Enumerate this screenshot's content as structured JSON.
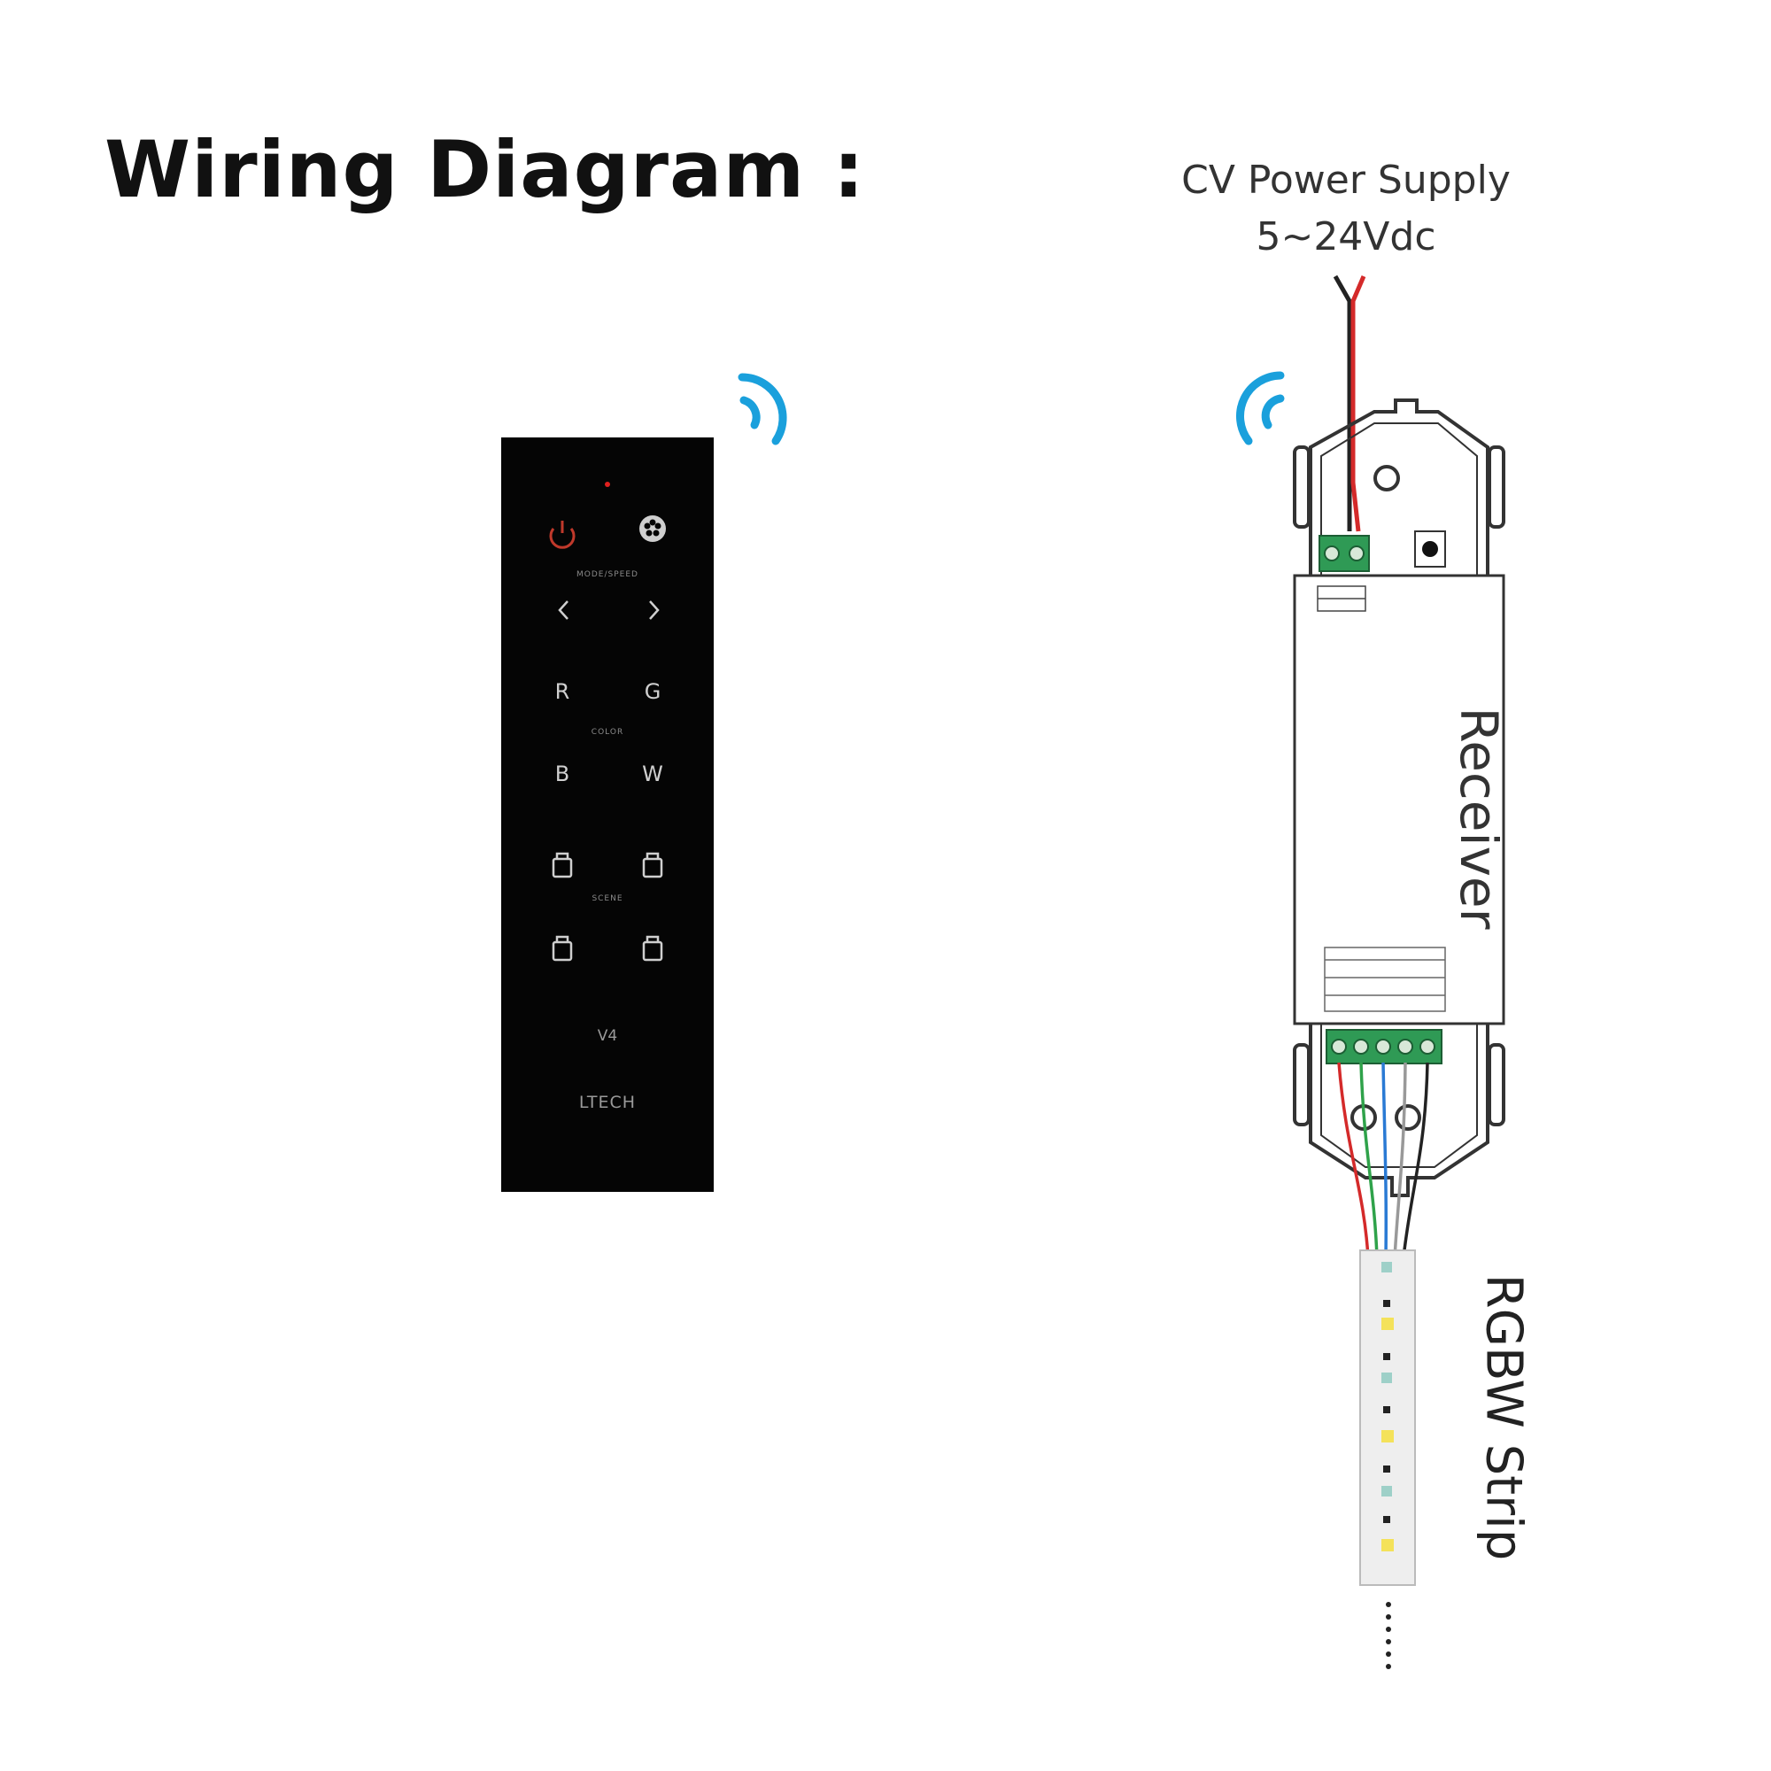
{
  "title": "Wiring Diagram :",
  "power_supply": {
    "line1": "CV Power Supply",
    "line2": "5~24Vdc"
  },
  "receiver": {
    "label": "Receiver"
  },
  "strip": {
    "label": "RGBW Strip"
  },
  "remote": {
    "brand": "LTECH",
    "version": "V4",
    "section_labels": {
      "speed": "MODE/SPEED",
      "color": "COLOR",
      "scene": "SCENE"
    },
    "keys": {
      "r": "R",
      "g": "G",
      "b": "B",
      "w": "W"
    }
  },
  "colors": {
    "signal": "#1aa0dc",
    "wire_red": "#d42a2a",
    "wire_black": "#222222",
    "wire_green": "#2fa24a",
    "wire_blue": "#2a7ad4",
    "terminal_green": "#2f9a55"
  }
}
